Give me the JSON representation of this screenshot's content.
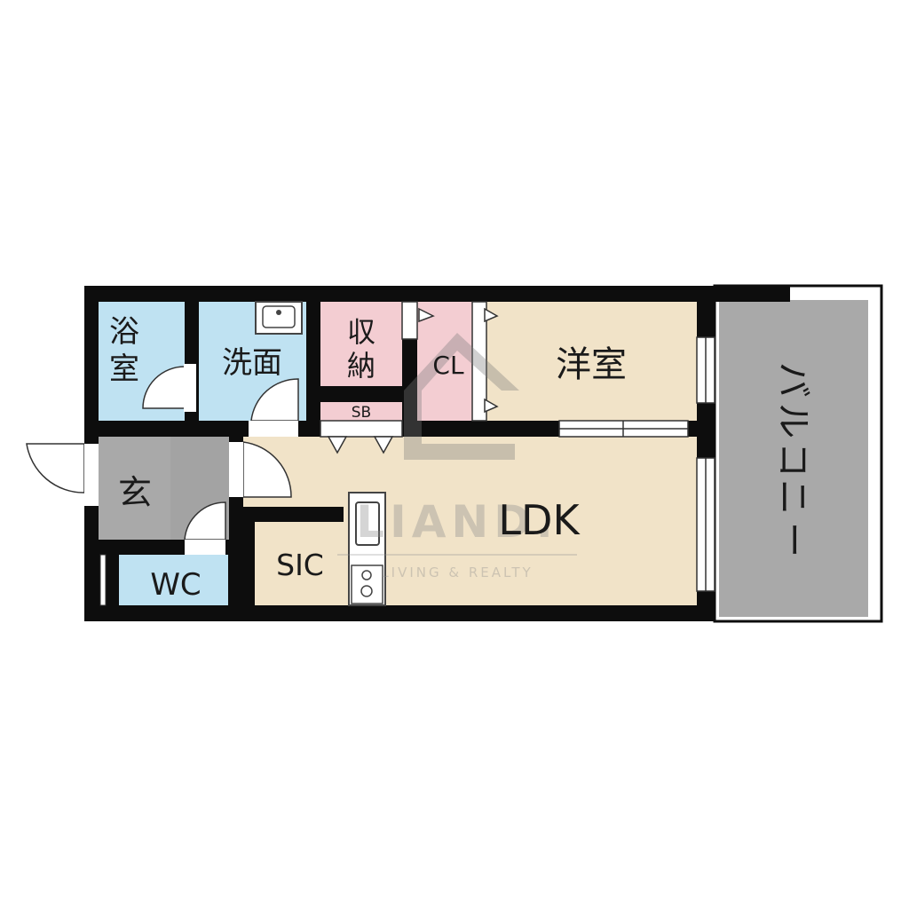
{
  "rooms": {
    "bath": "浴室",
    "bath_top": "浴",
    "bath_bottom": "室",
    "washroom": "洗面",
    "storage": "収納",
    "storage_top": "収",
    "storage_bottom": "納",
    "shoe_box": "SB",
    "closet": "CL",
    "western_room": "洋室",
    "entrance": "玄",
    "toilet": "WC",
    "sic": "SIC",
    "ldk": "LDK",
    "balcony": "バルコニー",
    "balcony_chars": [
      "バ",
      "ル",
      "コ",
      "ニ",
      "ー"
    ]
  },
  "watermark": {
    "brand": "LIAND.",
    "tagline": "LIVING & REALTY"
  },
  "colors": {
    "wall": "#0d0d0d",
    "blue_room": "#bfe2f2",
    "pink_room": "#f3cdd2",
    "beige_room": "#f1e3c8",
    "gray_room": "#a9a9a9",
    "balcony": "#a9a9a9"
  }
}
